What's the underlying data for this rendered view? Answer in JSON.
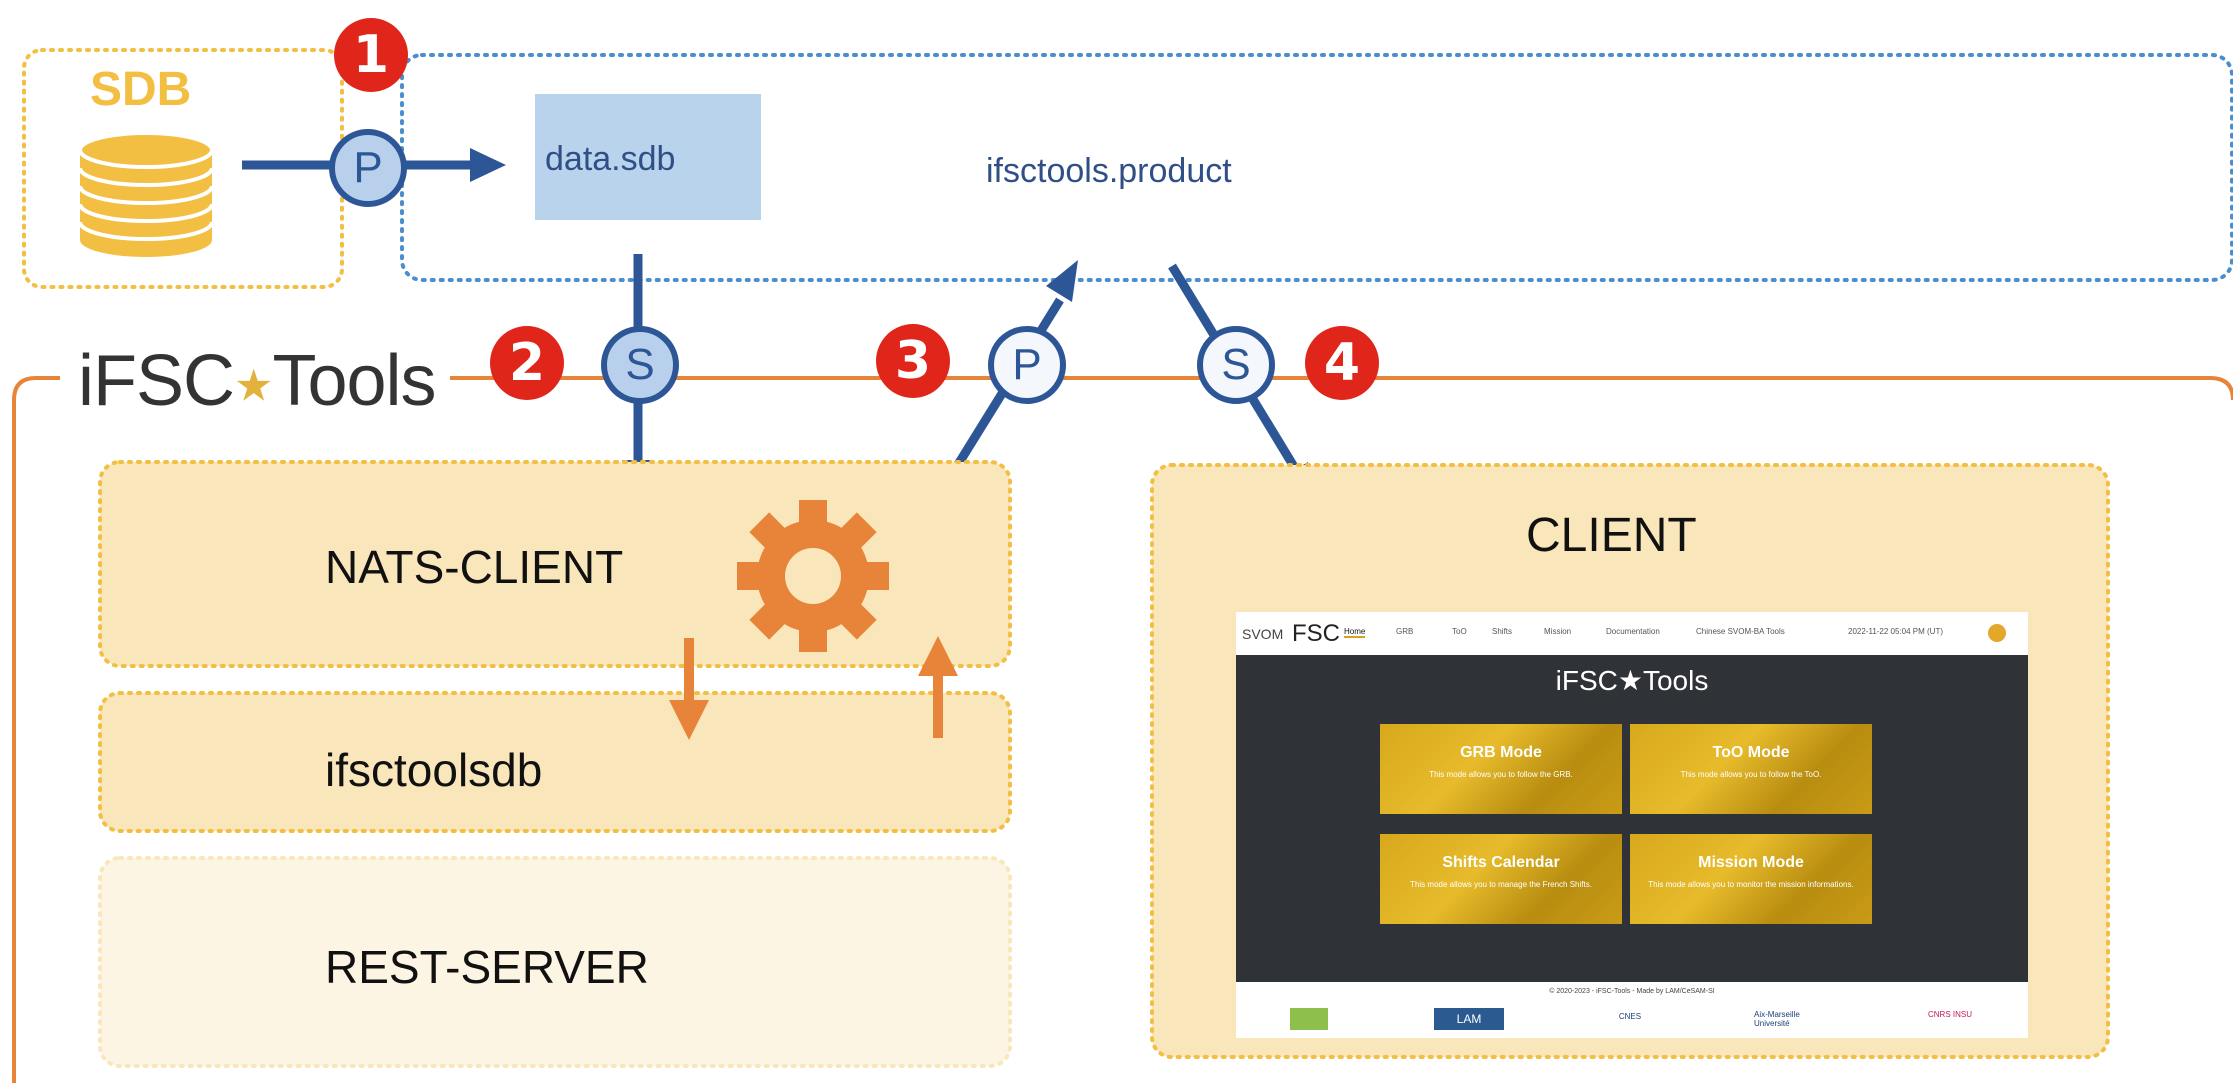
{
  "sdb": {
    "title": "SDB"
  },
  "topic_box": {
    "label": "data.sdb"
  },
  "product": {
    "label": "ifsctools.product"
  },
  "tools": {
    "logo_left": "iFSC",
    "logo_right": "Tools"
  },
  "markers": {
    "pub": "P",
    "sub": "S"
  },
  "steps": [
    "1",
    "2",
    "3",
    "4"
  ],
  "components": {
    "nats_client": "NATS-CLIENT",
    "db": "ifsctoolsdb",
    "rest_server": "REST-SERVER",
    "client": "CLIENT"
  },
  "screenshot": {
    "brand": "FSC",
    "brand_prefix": "SVOM",
    "nav": [
      "Home",
      "GRB",
      "ToO",
      "Shifts",
      "Mission",
      "Documentation",
      "Chinese SVOM-BA Tools"
    ],
    "clock": "2022-11-22 05:04 PM (UT)",
    "title": "iFSC★Tools",
    "cards": [
      {
        "title": "GRB Mode",
        "desc": "This mode allows you to follow the GRB."
      },
      {
        "title": "ToO Mode",
        "desc": "This mode allows you to follow the ToO."
      },
      {
        "title": "Shifts Calendar",
        "desc": "This mode allows you to manage the French Shifts."
      },
      {
        "title": "Mission Mode",
        "desc": "This mode allows you to monitor the mission informations."
      }
    ],
    "footer": "© 2020-2023 - iFSC-Tools - Made by LAM/CeSAM-SI",
    "partners": [
      "LAM",
      "CNES",
      "Aix-Marseille Université",
      "CNRS INSU"
    ]
  },
  "colors": {
    "blue": "#2d5697",
    "orange": "#e8843a",
    "gold": "#f2bf42",
    "light_orange": "#fae6bb",
    "red": "#e0261b"
  }
}
